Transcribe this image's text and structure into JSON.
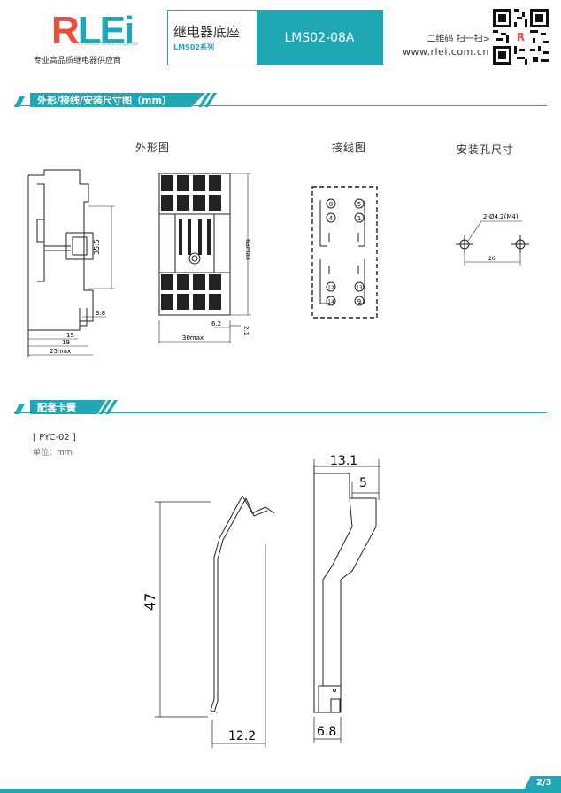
{
  "header": {
    "logo_first": "R",
    "logo_rest": "LEi",
    "logo_tagline": "Professional Manufacturing Brand",
    "slogan": "专业高品质继电器供应商",
    "product_name": "继电器底座",
    "product_series": "LMS02系列",
    "product_model": "LMS02-08A",
    "qr_hint": "二维码 扫一扫>",
    "website": "www.rlei.com.cn"
  },
  "section1": {
    "title": "外形/接线/安装尺寸图（mm）",
    "label_outline": "外形图",
    "label_wiring": "接线图",
    "label_mounting": "安装孔尺寸",
    "dims": {
      "d355": "35.5",
      "d38": "3.8",
      "d15": "15",
      "d19": "19",
      "d25": "25max",
      "d63": "63max",
      "d62": "6.2",
      "d21": "2.1",
      "d30": "30max",
      "hole": "2-Ø4.2(M4)",
      "d26": "26"
    },
    "terminals": [
      "8",
      "5",
      "4",
      "1",
      "12",
      "13",
      "14",
      "9"
    ]
  },
  "section2": {
    "title": "配套卡簧",
    "part": "[ PYC-02 ]",
    "unit": "单位：mm",
    "dims": {
      "h47": "47",
      "w122": "12.2",
      "w131": "13.1",
      "w5": "5",
      "w68": "6.8"
    }
  },
  "footer": {
    "page": "2/3"
  },
  "colors": {
    "accent": "#1fa7b5",
    "brand_red": "#e8503a"
  }
}
